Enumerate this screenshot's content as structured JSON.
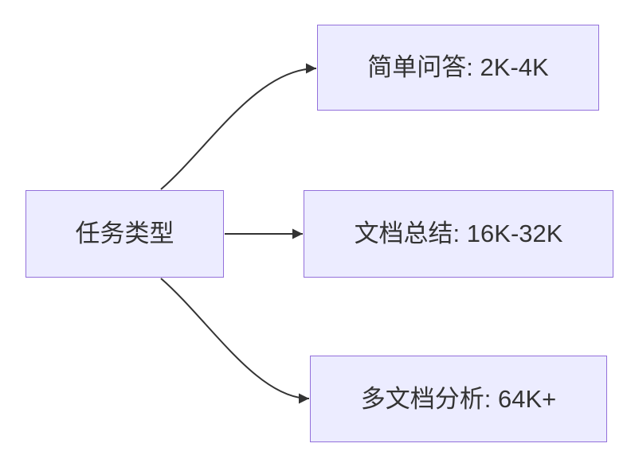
{
  "diagram": {
    "type": "flowchart",
    "direction": "left-to-right",
    "colors": {
      "background": "#ffffff",
      "node_fill": "#ECECFF",
      "node_border": "#9370DB",
      "edge_color": "#333333",
      "text_color": "#333333"
    },
    "root": {
      "label": "任务类型"
    },
    "branches": [
      {
        "label": "简单问答: 2K-4K"
      },
      {
        "label": "文档总结: 16K-32K"
      },
      {
        "label": "多文档分析: 64K+"
      }
    ],
    "edges": [
      {
        "from": "任务类型",
        "to": "简单问答: 2K-4K",
        "arrow": "arrowhead-icon"
      },
      {
        "from": "任务类型",
        "to": "文档总结: 16K-32K",
        "arrow": "arrowhead-icon"
      },
      {
        "from": "任务类型",
        "to": "多文档分析: 64K+",
        "arrow": "arrowhead-icon"
      }
    ]
  }
}
